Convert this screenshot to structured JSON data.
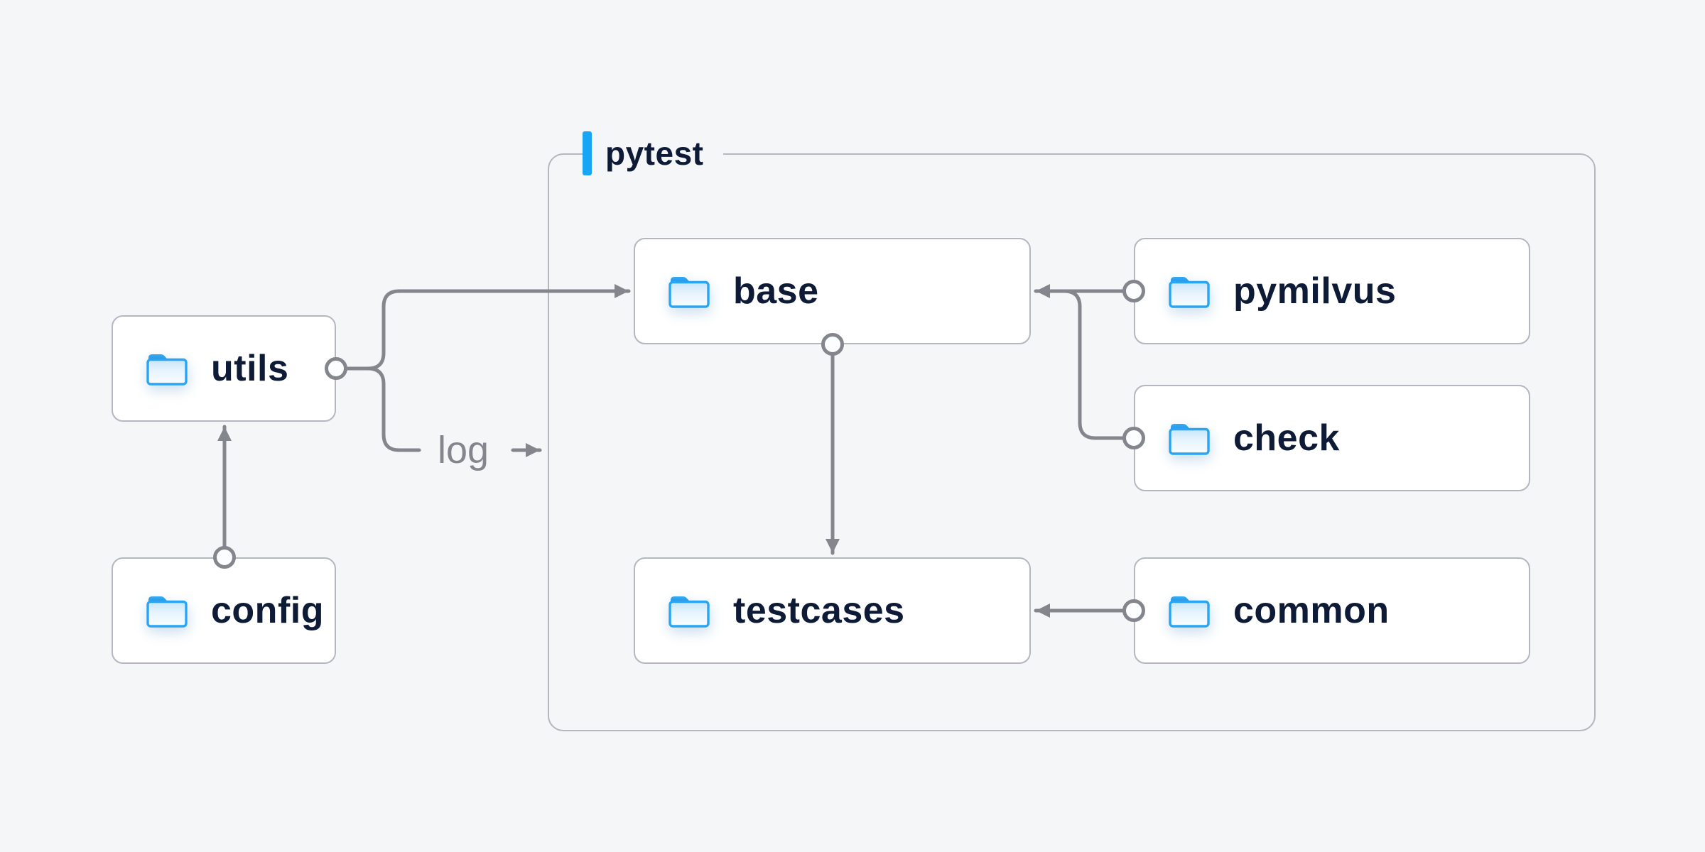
{
  "diagram": {
    "type": "folder-structure",
    "container": {
      "label": "pytest"
    },
    "nodes": {
      "utils": {
        "label": "utils"
      },
      "config": {
        "label": "config"
      },
      "base": {
        "label": "base"
      },
      "pymilvus": {
        "label": "pymilvus"
      },
      "check": {
        "label": "check"
      },
      "testcases": {
        "label": "testcases"
      },
      "common": {
        "label": "common"
      }
    },
    "edge_labels": {
      "log": "log"
    },
    "edges": [
      {
        "from": "config",
        "to": "utils"
      },
      {
        "from": "utils",
        "to": "base"
      },
      {
        "from": "utils",
        "to": "pytest-container",
        "label": "log"
      },
      {
        "from": "base",
        "to": "testcases"
      },
      {
        "from": "pymilvus",
        "to": "base"
      },
      {
        "from": "check",
        "to": "base"
      },
      {
        "from": "common",
        "to": "testcases"
      }
    ],
    "icons": {
      "node_icon": "folder-icon"
    },
    "colors": {
      "background": "#f5f6f7",
      "node_fill": "#ffffff",
      "border_gray": "#b4b6c0",
      "line_gray": "#84868e",
      "text_navy": "#0e1b36",
      "accent_blue": "#17a5f4",
      "folder_blue": "#29a5f2"
    }
  }
}
